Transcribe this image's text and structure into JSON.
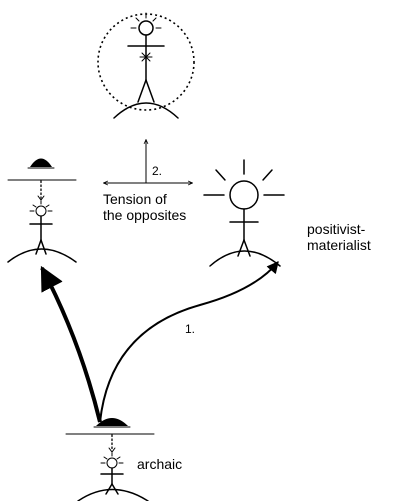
{
  "labels": {
    "step_1": "1.",
    "step_2": "2.",
    "tension_line1": "Tension of",
    "tension_line2": "the opposites",
    "positivist_line1": "positivist-",
    "positivist_line2": "materialist",
    "archaic": "archaic"
  },
  "colors": {
    "ink": "#000000",
    "background": "#ffffff"
  }
}
